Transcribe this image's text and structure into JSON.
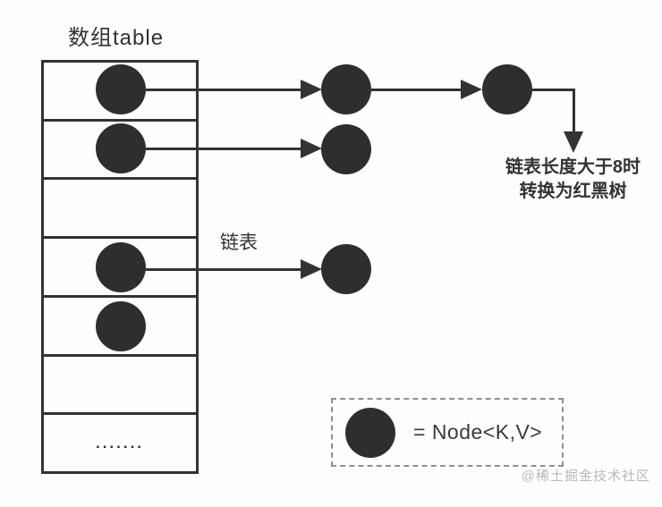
{
  "page": {
    "background": "#fefefe"
  },
  "diagram": {
    "title": "数组table",
    "array": {
      "rows": 7,
      "buckets": [
        {
          "index": 0,
          "node": true,
          "chain_nodes": 2,
          "treeify_arrow": true
        },
        {
          "index": 1,
          "node": true,
          "chain_nodes": 1
        },
        {
          "index": 2,
          "node": false,
          "chain_nodes": 0
        },
        {
          "index": 3,
          "node": true,
          "chain_nodes": 1,
          "chain_label": "链表"
        },
        {
          "index": 4,
          "node": true,
          "chain_nodes": 0
        },
        {
          "index": 5,
          "node": false,
          "chain_nodes": 0
        },
        {
          "index": 6,
          "node": false,
          "chain_nodes": 0,
          "ellipsis": true
        }
      ]
    },
    "labels": {
      "linked_list": "链表",
      "treeify_line1": "链表长度大于8时",
      "treeify_line2": "转换为红黑树",
      "ellipsis": "......."
    },
    "colors": {
      "node": "#2e2e2e",
      "line": "#333333",
      "legend_border": "#8f8f8f",
      "watermark": "#b9b9b9"
    }
  },
  "legend": {
    "text": "= Node<K,V>"
  },
  "watermark": {
    "text": "@稀土掘金技术社区"
  }
}
